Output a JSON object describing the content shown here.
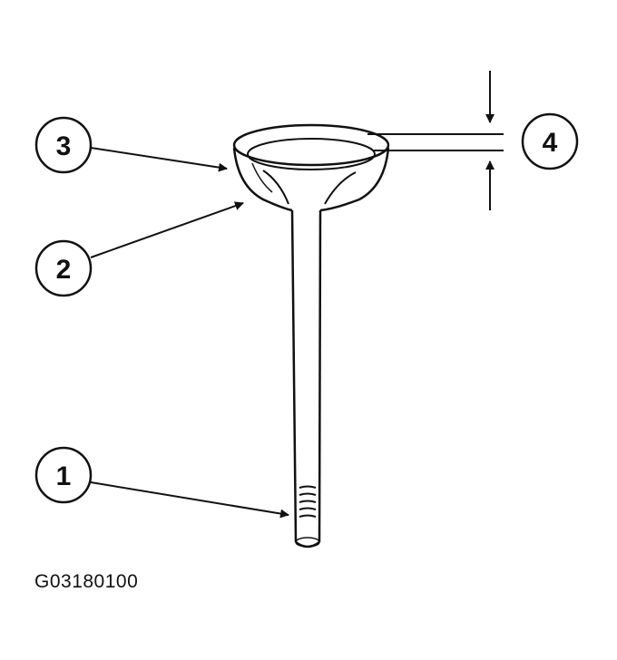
{
  "figure_id": "G03180100",
  "callouts": [
    {
      "label": "1",
      "target": "valve-stem-tip"
    },
    {
      "label": "2",
      "target": "valve-face"
    },
    {
      "label": "3",
      "target": "valve-head-margin"
    },
    {
      "label": "4",
      "target": "margin-thickness-dimension"
    }
  ],
  "colors": {
    "line": "#111111",
    "background": "#ffffff"
  }
}
